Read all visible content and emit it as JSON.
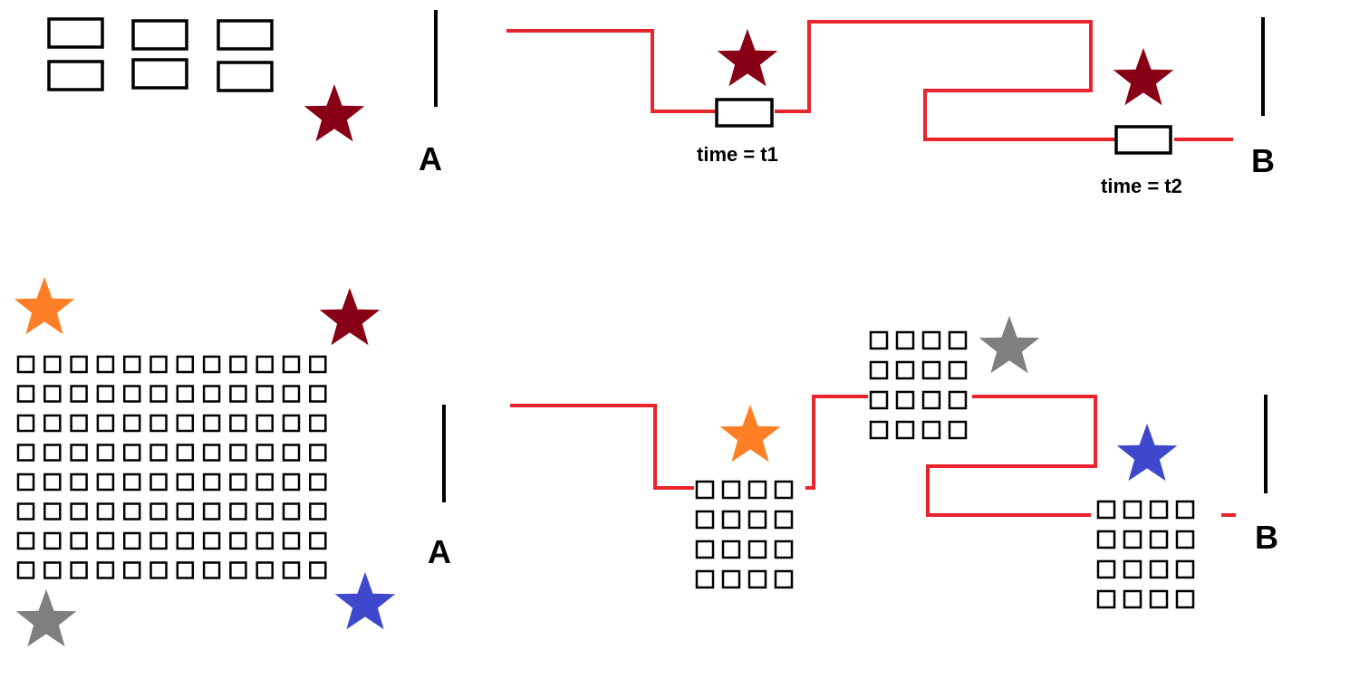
{
  "colors": {
    "route": "#e8242c",
    "star_darkred": "#880015",
    "star_orange": "#ff7f27",
    "star_gray": "#7f7f7f",
    "star_blue": "#3f48cc",
    "outline": "#000000"
  },
  "top": {
    "label_a": "A",
    "label_b": "B",
    "station1_label": "time = t1",
    "station2_label": "time = t2"
  },
  "bottom": {
    "label_a": "A",
    "label_b": "B"
  }
}
